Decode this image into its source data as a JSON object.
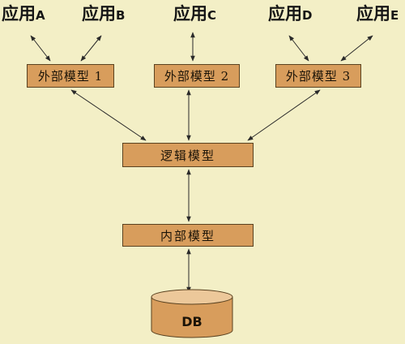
{
  "applications": [
    {
      "name": "应用",
      "letter": "A"
    },
    {
      "name": "应用",
      "letter": "B"
    },
    {
      "name": "应用",
      "letter": "C"
    },
    {
      "name": "应用",
      "letter": "D"
    },
    {
      "name": "应用",
      "letter": "E"
    }
  ],
  "external_models": [
    {
      "label": "外部模型 1"
    },
    {
      "label": "外部模型 2"
    },
    {
      "label": "外部模型 3"
    }
  ],
  "logical_model": {
    "label": "逻辑模型"
  },
  "internal_model": {
    "label": "内部模型"
  },
  "database": {
    "label": "DB"
  },
  "colors": {
    "background": "#f3efc6",
    "box_fill": "#d89d5c",
    "box_border": "#5a4220",
    "db_top": "#ecc89a",
    "arrow": "#2a2a2a"
  }
}
